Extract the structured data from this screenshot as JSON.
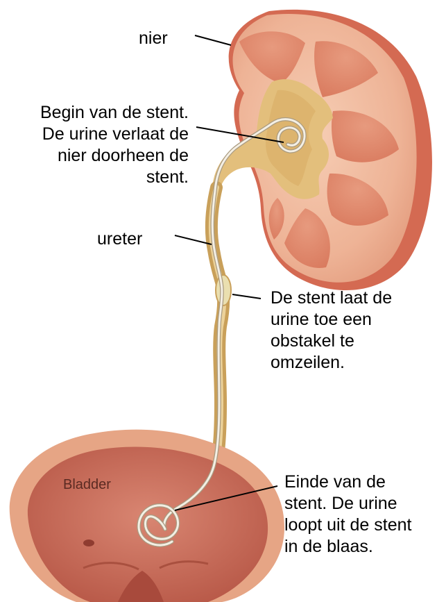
{
  "labels": {
    "nier": "nier",
    "stent_begin": "Begin van de stent.\nDe urine verlaat de\nnier doorheen de\nstent.",
    "ureter": "ureter",
    "obstacle": "De stent laat de\nurine toe een\nobstakel te\nomzeilen.",
    "stent_end": "Einde van de\nstent. De urine\nloopt uit de stent\nin de blaas.",
    "bladder": "Bladder"
  },
  "colors": {
    "kidney_outer": "#efb79a",
    "kidney_rim": "#d66d52",
    "kidney_medulla": "#e28a6d",
    "pelvis": "#e6c481",
    "ureter": "#d8b56f",
    "stent": "#f2ece0",
    "bladder_outer": "#e5a080",
    "bladder_inner": "#c56b57",
    "leader_line": "#000000"
  }
}
